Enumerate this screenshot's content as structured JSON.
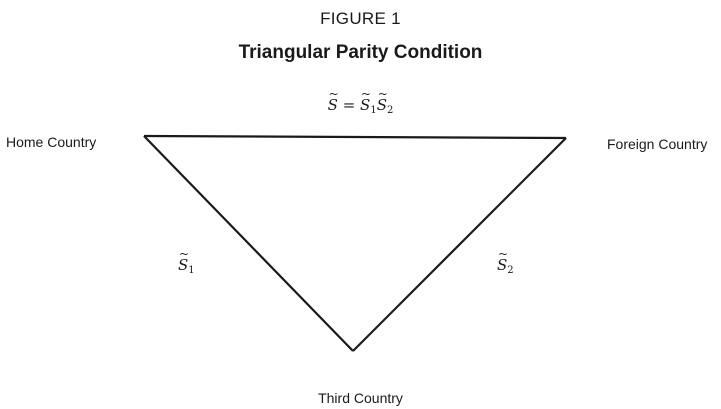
{
  "figure": {
    "label": "FIGURE 1",
    "title": "Triangular Parity Condition"
  },
  "nodes": {
    "home": "Home Country",
    "foreign": "Foreign Country",
    "third": "Third Country"
  },
  "edges": {
    "top": {
      "symbol": "S",
      "equals": "=",
      "term1_symbol": "S",
      "term1_sub": "1",
      "term2_symbol": "S",
      "term2_sub": "2"
    },
    "left": {
      "symbol": "S",
      "sub": "1"
    },
    "right": {
      "symbol": "S",
      "sub": "2"
    }
  },
  "colors": {
    "line": "#1a1a1a",
    "text": "#1a1a1a",
    "background": "#ffffff"
  }
}
